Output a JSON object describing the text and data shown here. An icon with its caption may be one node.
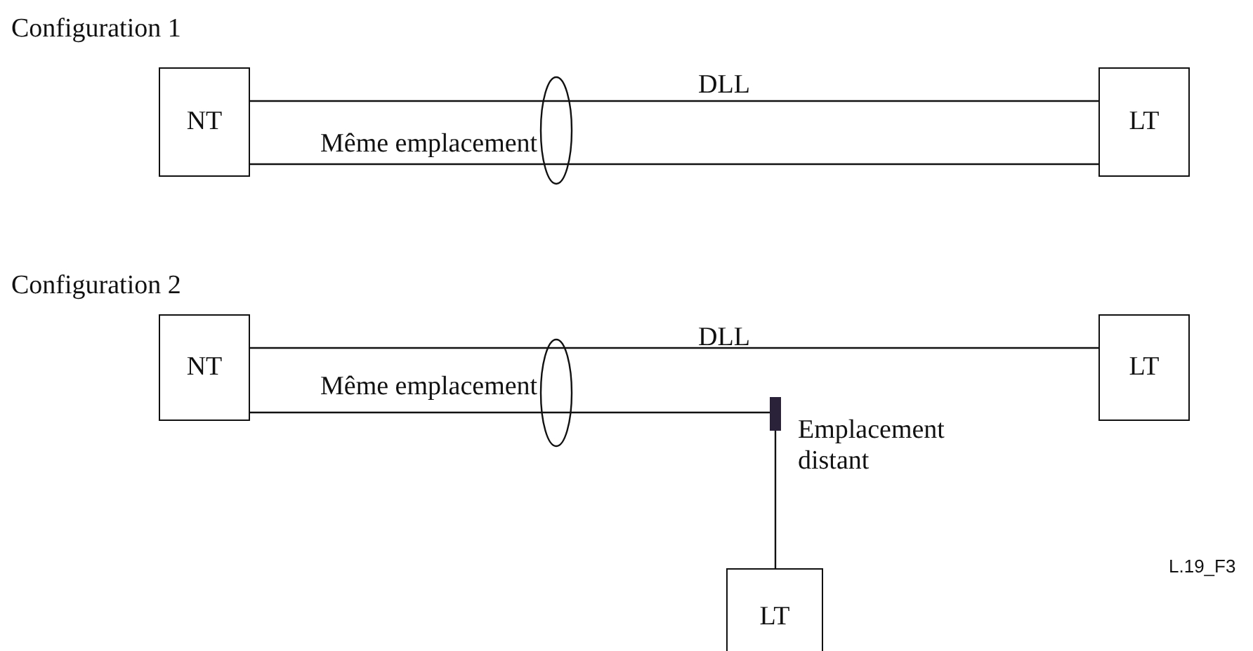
{
  "diagram": {
    "nodes": [
      {
        "text": [
          "NT"
        ]
      },
      {
        "text": [
          "LT"
        ]
      },
      {
        "text": [
          "NT"
        ]
      },
      {
        "text": [
          "LT"
        ]
      },
      {
        "text": [],
        "shape": "bar",
        "beside": [
          "Emplacement distant"
        ]
      },
      {
        "text": [
          "LT"
        ]
      }
    ],
    "edges": [
      {
        "from": 0,
        "to": 1,
        "arrow": "none"
      },
      {
        "from": 0,
        "to": 1,
        "arrow": "none"
      },
      {
        "from": 2,
        "to": 3,
        "arrow": "none"
      },
      {
        "from": 2,
        "to": 4,
        "arrow": "none"
      },
      {
        "from": 4,
        "to": 5,
        "arrow": "none"
      }
    ],
    "labels": [
      "Configuration 1",
      "DLL",
      "Même emplacement",
      "Configuration 2",
      "DLL",
      "Même emplacement",
      "L.19_F3"
    ]
  }
}
